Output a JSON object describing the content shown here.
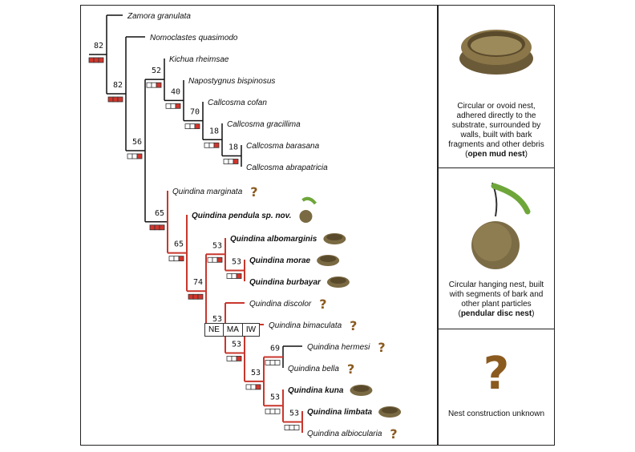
{
  "tree": {
    "taxa": [
      {
        "id": "zamora",
        "name": "Zamora granulata",
        "bold": false,
        "nest": "none"
      },
      {
        "id": "nomoclastes",
        "name": "Nomoclastes quasimodo",
        "bold": false,
        "nest": "none"
      },
      {
        "id": "kichua",
        "name": "Kichua rheimsae",
        "bold": false,
        "nest": "none"
      },
      {
        "id": "napostygnus",
        "name": "Napostygnus bispinosus",
        "bold": false,
        "nest": "none"
      },
      {
        "id": "cofan",
        "name": "Callcosma cofan",
        "bold": false,
        "nest": "none"
      },
      {
        "id": "gracillima",
        "name": "Callcosma gracillima",
        "bold": false,
        "nest": "none"
      },
      {
        "id": "barasana",
        "name": "Callcosma barasana",
        "bold": false,
        "nest": "none"
      },
      {
        "id": "abrapatricia",
        "name": "Callcosma abrapatricia",
        "bold": false,
        "nest": "none"
      },
      {
        "id": "marginata",
        "name": "Quindina marginata",
        "bold": false,
        "nest": "unknown"
      },
      {
        "id": "pendula",
        "name": "Quindina pendula sp. nov.",
        "bold": true,
        "nest": "pendular"
      },
      {
        "id": "albomarginis",
        "name": "Quindina albomarginis",
        "bold": true,
        "nest": "mud"
      },
      {
        "id": "morae",
        "name": "Quindina morae",
        "bold": true,
        "nest": "mud"
      },
      {
        "id": "burbayar",
        "name": "Quindina burbayar",
        "bold": true,
        "nest": "mud"
      },
      {
        "id": "discolor",
        "name": "Quindina discolor",
        "bold": false,
        "nest": "unknown"
      },
      {
        "id": "bimaculata",
        "name": "Quindina bimaculata",
        "bold": false,
        "nest": "unknown"
      },
      {
        "id": "hermesi",
        "name": "Quindina hermesi",
        "bold": false,
        "nest": "unknown"
      },
      {
        "id": "bella",
        "name": "Quindina bella",
        "bold": false,
        "nest": "unknown"
      },
      {
        "id": "kuna",
        "name": "Quindina kuna",
        "bold": true,
        "nest": "mud"
      },
      {
        "id": "limbata",
        "name": "Quindina limbata",
        "bold": true,
        "nest": "mud"
      },
      {
        "id": "albiocularia",
        "name": "Quindina albiocularia",
        "bold": false,
        "nest": "unknown"
      }
    ],
    "nodes": [
      {
        "support": "82",
        "boxes": [
          1,
          1,
          1
        ]
      },
      {
        "support": "82",
        "boxes": [
          1,
          1,
          1
        ]
      },
      {
        "support": "52",
        "boxes": [
          0,
          0,
          1
        ]
      },
      {
        "support": "40",
        "boxes": [
          0,
          0,
          1
        ]
      },
      {
        "support": "70",
        "boxes": [
          0,
          0,
          1
        ]
      },
      {
        "support": "18",
        "boxes": [
          0,
          0,
          1
        ]
      },
      {
        "support": "18",
        "boxes": [
          0,
          0,
          1
        ]
      },
      {
        "support": "56",
        "boxes": [
          0,
          0,
          1
        ]
      },
      {
        "support": "65",
        "boxes": [
          1,
          1,
          1
        ]
      },
      {
        "support": "65",
        "boxes": [
          0,
          0,
          1
        ]
      },
      {
        "support": "74",
        "boxes": [
          1,
          1,
          1
        ]
      },
      {
        "support": "53",
        "boxes": [
          0,
          0,
          1
        ]
      },
      {
        "support": "53",
        "boxes": [
          0,
          0,
          1
        ]
      },
      {
        "support": "53",
        "boxes": [
          0,
          0,
          1
        ]
      },
      {
        "support": "53",
        "boxes": [
          0,
          0,
          1
        ]
      },
      {
        "support": "69",
        "boxes": [
          0,
          0,
          0
        ]
      },
      {
        "support": "53",
        "boxes": [
          0,
          0,
          1
        ]
      },
      {
        "support": "53",
        "boxes": [
          0,
          0,
          0
        ]
      },
      {
        "support": "53",
        "boxes": [
          0,
          0,
          0
        ]
      }
    ]
  },
  "key": {
    "ne": "NE",
    "ma": "MA",
    "iw": "IW"
  },
  "legend": {
    "open_mud_text": "Circular or ovoid nest, adhered directly to the substrate, surrounded by walls, built with bark fragments and other debris",
    "open_mud_name": "open mud nest",
    "pendular_text": "Circular hanging nest, built with segments of bark and other plant particles",
    "pendular_name": "pendular disc nest",
    "unknown_text": "Nest construction unknown"
  },
  "colors": {
    "red_branch": "#c8372d",
    "black_branch": "#111111",
    "box_fill": "#d2352c",
    "mud_nest": "#7a6a43",
    "leaf": "#6ea63a",
    "question": "#8b5a1f"
  }
}
